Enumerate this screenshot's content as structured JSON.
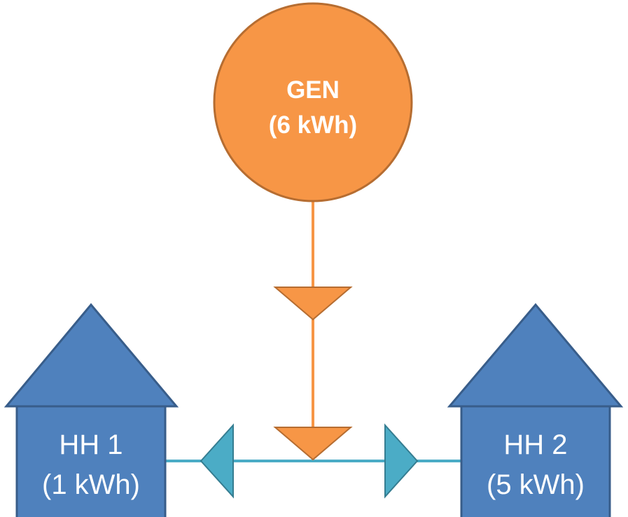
{
  "colors": {
    "generator_fill": "#F79646",
    "generator_stroke": "#B66D31",
    "household_fill": "#4F81BD",
    "household_stroke": "#385D8A",
    "orange_line": "#F79646",
    "teal_line": "#4BACC6",
    "teal_arrow_stroke": "#357D91"
  },
  "generator": {
    "name": "GEN",
    "energy": "(6 kWh)"
  },
  "households": [
    {
      "name": "HH 1",
      "energy": "(1 kWh)"
    },
    {
      "name": "HH 2",
      "energy": "(5 kWh)"
    }
  ],
  "arrows": {
    "generator_flow": "down",
    "household_1_flow": "left",
    "household_2_flow": "right"
  }
}
